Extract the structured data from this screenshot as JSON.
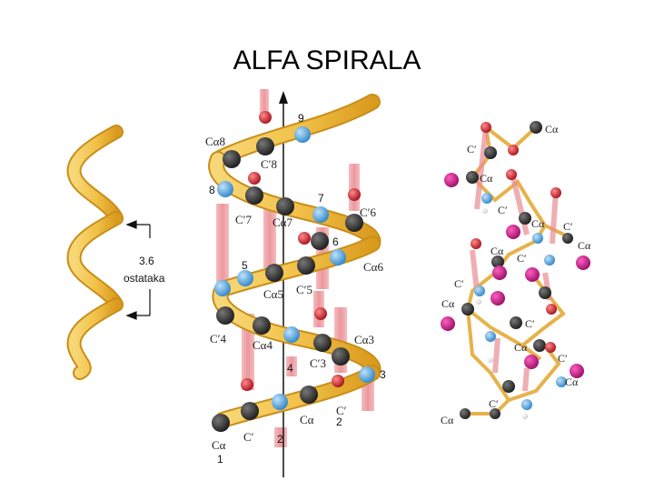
{
  "title": "ALFA SPIRALA",
  "colors": {
    "ribbon": "#f2c24a",
    "carbon": "#2b2b2b",
    "nitrogen": "#3f95d6",
    "oxygen": "#c8202e",
    "side_chain": "#b0177a",
    "hbond": "#e98d93"
  },
  "left_panel": {
    "pitch_value": "3.6",
    "pitch_unit": "ostataka"
  },
  "middle_panel": {
    "atom_labels": {
      "ca8": "Cα8",
      "c8p": "C′8",
      "n8": "8",
      "n7": "7",
      "c6p": "C′6",
      "c7p": "C′7",
      "ca7": "Cα7",
      "n6": "6",
      "n5": "5",
      "ca6": "Cα6",
      "ca5": "Cα5",
      "c5p": "C′5",
      "c4p": "C′4",
      "ca4": "Cα4",
      "ca3": "Cα3",
      "c3p": "C′3",
      "n4": "4",
      "n3": "3",
      "ca2": "Cα",
      "c2p": "C′",
      "n2": "2",
      "ca1": "Cα",
      "c1p": "C′",
      "n1": "1",
      "n9": "9"
    }
  },
  "right_panel": {
    "atom_labels": {
      "top_ca": "Cα",
      "c1": "C′",
      "ca1": "Cα",
      "c2": "C′",
      "ca2": "Cα",
      "c3": "C′",
      "ca3": "Cα",
      "c4": "C′",
      "ca4": "Cα",
      "c5": "C′",
      "ca5": "Cα",
      "c6": "C′",
      "ca6": "Cα",
      "c7": "C′",
      "ca7": "Cα",
      "c8": "C′",
      "ca8": "Cα"
    }
  }
}
